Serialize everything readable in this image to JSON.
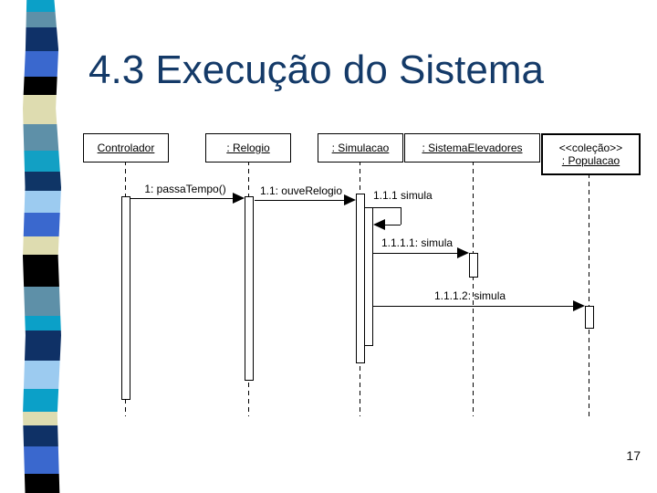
{
  "slide": {
    "title": "4.3 Execução do Sistema",
    "page_number": "17",
    "title_color": "#143A68",
    "background_color": "#FFFFFF"
  },
  "diagram": {
    "type": "uml-sequence-diagram",
    "actors": [
      {
        "label": "Controlador"
      },
      {
        "label": ": Relogio"
      },
      {
        "label": ": Simulacao"
      },
      {
        "label": ": SistemaElevadores"
      },
      {
        "stereotype": "<<coleção>>",
        "label": ": Populacao"
      }
    ],
    "messages": [
      {
        "label": "1: passaTempo()",
        "from": "Controlador",
        "to": ": Relogio"
      },
      {
        "label": "1.1: ouveRelogio",
        "from": ": Relogio",
        "to": ": Simulacao"
      },
      {
        "label": "1.1.1 simula",
        "from": ": Simulacao",
        "to": ": Simulacao",
        "self": true
      },
      {
        "label": "1.1.1.1: simula",
        "from": ": Simulacao",
        "to": ": SistemaElevadores"
      },
      {
        "label": "1.1.1.2: simula",
        "from": ": Simulacao",
        "to": ": Populacao"
      }
    ]
  },
  "decoration": {
    "ribbon_segments": [
      {
        "color": "#0BA0C8",
        "h": 13
      },
      {
        "color": "#5E90A8",
        "h": 17
      },
      {
        "color": "#0F3168",
        "h": 26
      },
      {
        "color": "#3A68CE",
        "h": 28
      },
      {
        "color": "#000000",
        "h": 20
      },
      {
        "color": "#DEDCB0",
        "h": 32
      },
      {
        "color": "#5E90A8",
        "h": 29
      },
      {
        "color": "#12A0C4",
        "h": 23
      },
      {
        "color": "#0F3566",
        "h": 21
      },
      {
        "color": "#9CCBF0",
        "h": 24
      },
      {
        "color": "#3A68CE",
        "h": 26
      },
      {
        "color": "#DEDCB0",
        "h": 20
      },
      {
        "color": "#000000",
        "h": 35
      },
      {
        "color": "#5E90A8",
        "h": 32
      },
      {
        "color": "#0BA0C8",
        "h": 16
      },
      {
        "color": "#0F3166",
        "h": 33
      },
      {
        "color": "#9CCBF0",
        "h": 31
      },
      {
        "color": "#0BA0C8",
        "h": 25
      },
      {
        "color": "#DEDCB0",
        "h": 15
      },
      {
        "color": "#0F3166",
        "h": 23
      },
      {
        "color": "#3A68CE",
        "h": 30
      },
      {
        "color": "#000000",
        "h": 21
      }
    ]
  }
}
